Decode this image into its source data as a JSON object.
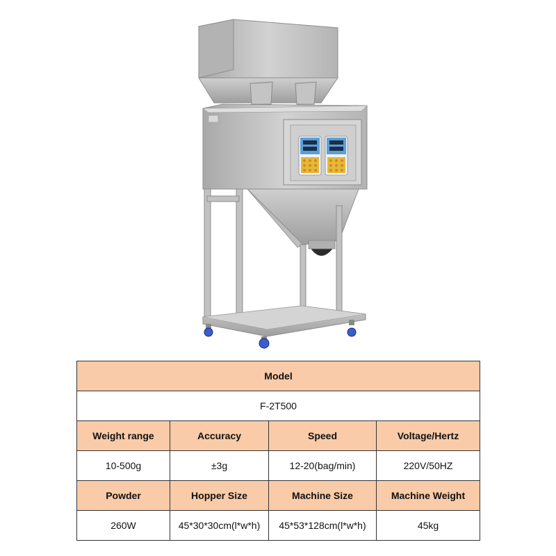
{
  "product": {
    "image_alt": "weighing-filling-machine",
    "colors": {
      "header_bg": "#f9cba8",
      "steel": "#c8c8c8",
      "panel_blue": "#5aa0d8",
      "keypad_yellow": "#e8b73a",
      "caster_blue": "#3a5ccf"
    }
  },
  "table": {
    "model_label": "Model",
    "model_value": "F-2T500",
    "row1_headers": [
      "Weight range",
      "Accuracy",
      "Speed",
      "Voltage/Hertz"
    ],
    "row1_values": [
      "10-500g",
      "±3g",
      "12-20(bag/min)",
      "220V/50HZ"
    ],
    "row2_headers": [
      "Powder",
      "Hopper Size",
      "Machine Size",
      "Machine Weight"
    ],
    "row2_values": [
      "260W",
      "45*30*30cm(l*w*h)",
      "45*53*128cm(l*w*h)",
      "45kg"
    ]
  }
}
